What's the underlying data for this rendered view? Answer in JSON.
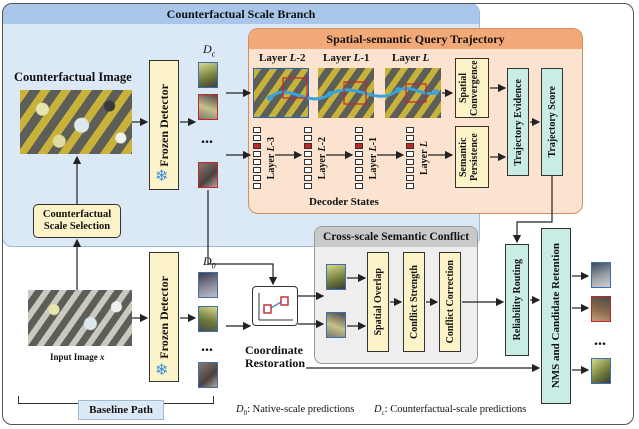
{
  "counterfactual_branch": {
    "title": "Counterfactual Scale Branch"
  },
  "counterfactual_image": {
    "label": "Counterfactual Image"
  },
  "frozen_detector": {
    "label": "Frozen Detector"
  },
  "dc_label": "D",
  "dc_sub": "c",
  "d0_label": "D",
  "d0_sub": "0",
  "ellipsis": "...",
  "trajectory": {
    "title": "Spatial-semantic Query Trajectory",
    "layers": [
      {
        "prefix": "Layer ",
        "italic": "L",
        "suffix": "-2"
      },
      {
        "prefix": "Layer ",
        "italic": "L",
        "suffix": "-1"
      },
      {
        "prefix": "Layer ",
        "italic": "L",
        "suffix": ""
      }
    ],
    "decoder_layers": [
      {
        "prefix": "Layer ",
        "italic": "L",
        "suffix": "-3"
      },
      {
        "prefix": "Layer ",
        "italic": "L",
        "suffix": "-2"
      },
      {
        "prefix": "Layer ",
        "italic": "L",
        "suffix": "-1"
      },
      {
        "prefix": "Layer ",
        "italic": "L",
        "suffix": ""
      }
    ],
    "decoder_states": "Decoder States",
    "spatial_convergence": "Spatial Convergence",
    "semantic_persistence": "Semantic Persistence",
    "trajectory_evidence": "Trajectory Evidence",
    "trajectory_score": "Trajectory Score"
  },
  "scale_selection": "Counterfactual Scale Selection",
  "cross_scale": {
    "title": "Cross-scale Semantic Conflict",
    "spatial_overlap": "Spatial Overlap",
    "conflict_strength": "Conflict Strength",
    "conflict_correction": "Conflict Correction"
  },
  "reliability_routing": "Reliability Routing",
  "nms": "NMS and Candidate Retention",
  "coordinate_restoration": "Coordinate Restoration",
  "input_image": {
    "prefix": "Input Image ",
    "italic": "x"
  },
  "baseline_path": "Baseline Path",
  "legend": {
    "d0_text": ": Native-scale predictions",
    "dc_text": ": Counterfactual-scale predictions"
  },
  "colors": {
    "branch_bg": "#dbe8f6",
    "branch_header": "#a9c7ea",
    "trajectory_bg": "#fbe3cf",
    "trajectory_header": "#f2a977",
    "cream": "#fdf3c8",
    "teal": "#c9ece4",
    "gray_bg": "#eeeeee",
    "gray_header": "#c9c9c9",
    "blue_path": "#3aa3d8",
    "red": "#c0282d"
  }
}
